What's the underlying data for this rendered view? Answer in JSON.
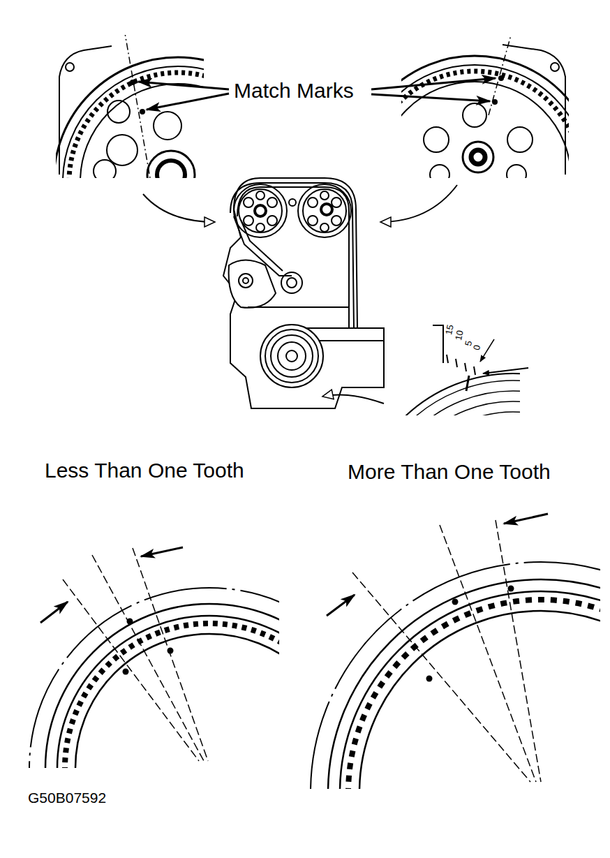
{
  "diagram": {
    "labels": [
      "Match Marks",
      "15",
      "10",
      "5",
      "0",
      "Less Than One Tooth",
      "More Than One Tooth",
      "G50B07592"
    ]
  }
}
